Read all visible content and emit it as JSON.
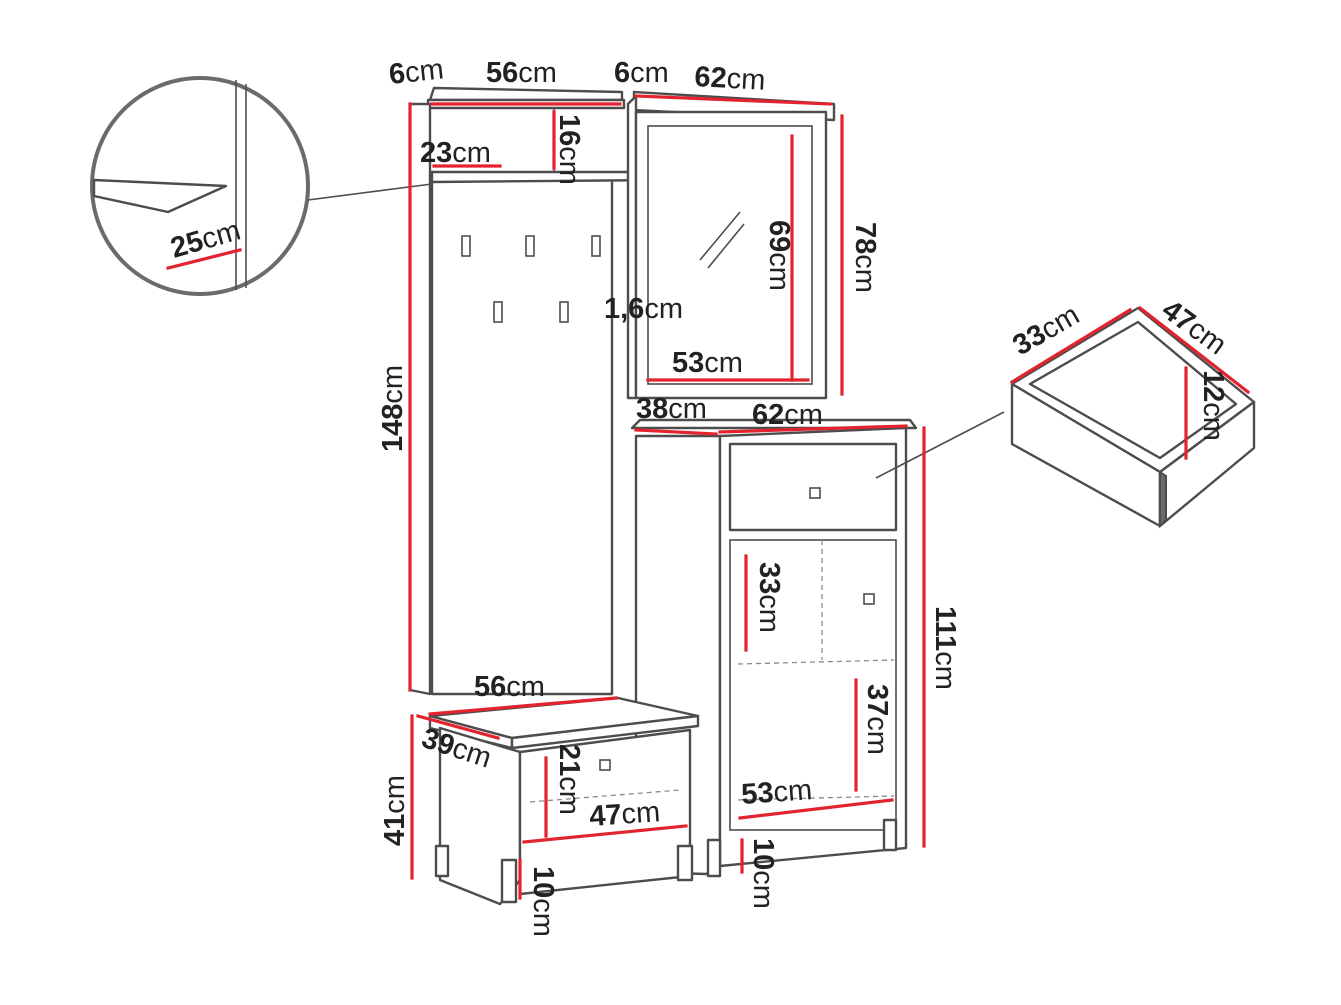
{
  "labels": {
    "panel_side_w": "6",
    "panel_w_top": "56",
    "mirror_side_w": "6",
    "mirror_w": "62",
    "shelf_h": "16",
    "shelf_d": "23",
    "detail_shelf": "25",
    "panel_h": "148",
    "panel_thickness": "1,6",
    "mirror_inner_h": "69",
    "mirror_h": "78",
    "mirror_inner_w": "53",
    "cab_depth": "38",
    "cab_w": "62",
    "drawer_d": "33",
    "drawer_w": "47",
    "drawer_h": "12",
    "cab_upper_h": "33",
    "cab_h": "111",
    "bench_w": "56",
    "bench_d": "39",
    "bench_drawer_h": "21",
    "bench_h": "41",
    "bench_drawer_w": "47",
    "bench_leg": "10",
    "cab_lower_h": "37",
    "cab_inner_w": "53",
    "cab_leg": "10"
  },
  "unit": "cm"
}
